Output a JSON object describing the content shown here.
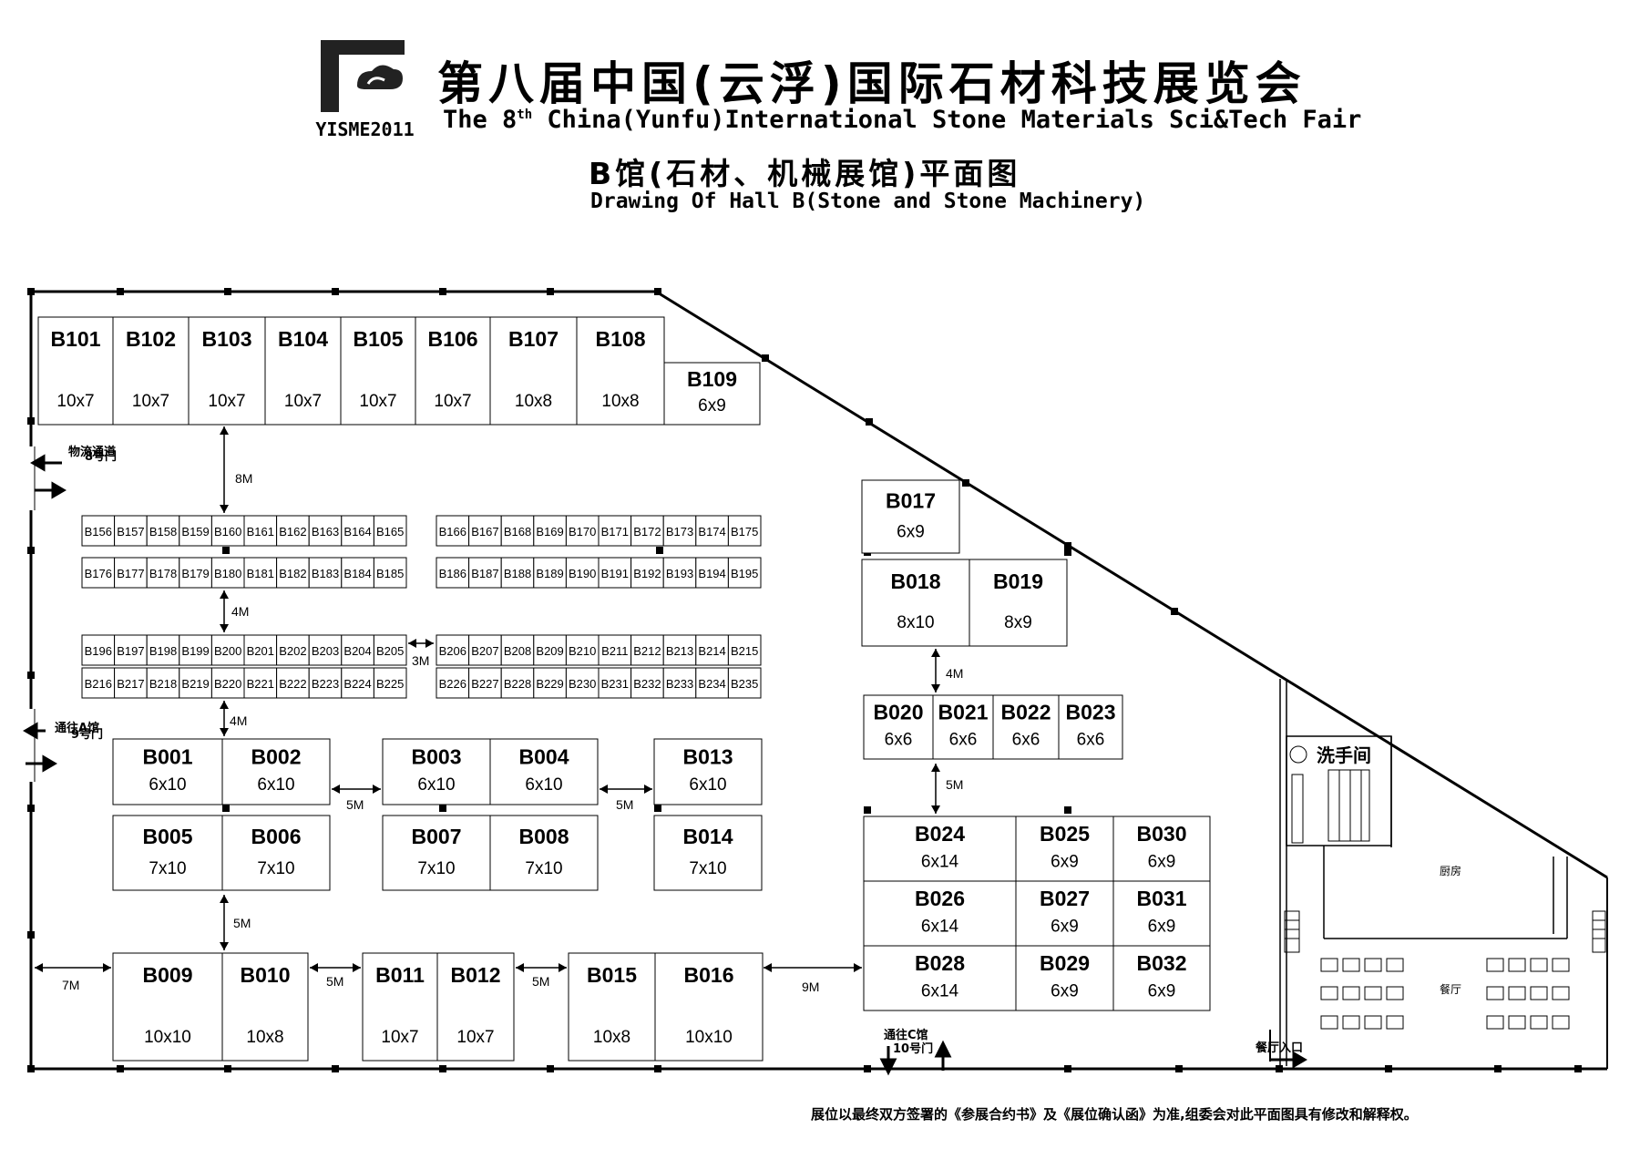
{
  "header": {
    "logo_text": "YISME2011",
    "title_cn": "第八届中国(云浮)国际石材科技展览会",
    "title_en_pre": "The 8",
    "title_en_sup": "th",
    "title_en_post": " China(Yunfu)International Stone Materials Sci&Tech Fair",
    "hall_cn": "B馆(石材、机械展馆)平面图",
    "hall_en": "Drawing Of Hall B(Stone and Stone Machinery)"
  },
  "footer": {
    "disclaimer": "展位以最终双方签署的《参展合约书》及《展位确认函》为准,组委会对此平面图具有修改和解释权。"
  },
  "big_booths": [
    {
      "id": "B101",
      "size": "10x7"
    },
    {
      "id": "B102",
      "size": "10x7"
    },
    {
      "id": "B103",
      "size": "10x7"
    },
    {
      "id": "B104",
      "size": "10x7"
    },
    {
      "id": "B105",
      "size": "10x7"
    },
    {
      "id": "B106",
      "size": "10x7"
    },
    {
      "id": "B107",
      "size": "10x8"
    },
    {
      "id": "B108",
      "size": "10x8"
    },
    {
      "id": "B109",
      "size": "6x9"
    },
    {
      "id": "B001",
      "size": "6x10"
    },
    {
      "id": "B002",
      "size": "6x10"
    },
    {
      "id": "B003",
      "size": "6x10"
    },
    {
      "id": "B004",
      "size": "6x10"
    },
    {
      "id": "B013",
      "size": "6x10"
    },
    {
      "id": "B005",
      "size": "7x10"
    },
    {
      "id": "B006",
      "size": "7x10"
    },
    {
      "id": "B007",
      "size": "7x10"
    },
    {
      "id": "B008",
      "size": "7x10"
    },
    {
      "id": "B014",
      "size": "7x10"
    },
    {
      "id": "B009",
      "size": "10x10"
    },
    {
      "id": "B010",
      "size": "10x8"
    },
    {
      "id": "B011",
      "size": "10x7"
    },
    {
      "id": "B012",
      "size": "10x7"
    },
    {
      "id": "B015",
      "size": "10x8"
    },
    {
      "id": "B016",
      "size": "10x10"
    },
    {
      "id": "B017",
      "size": "6x9"
    },
    {
      "id": "B018",
      "size": "8x10"
    },
    {
      "id": "B019",
      "size": "8x9"
    },
    {
      "id": "B020",
      "size": "6x6"
    },
    {
      "id": "B021",
      "size": "6x6"
    },
    {
      "id": "B022",
      "size": "6x6"
    },
    {
      "id": "B023",
      "size": "6x6"
    },
    {
      "id": "B024",
      "size": "6x14"
    },
    {
      "id": "B025",
      "size": "6x9"
    },
    {
      "id": "B030",
      "size": "6x9"
    },
    {
      "id": "B026",
      "size": "6x14"
    },
    {
      "id": "B027",
      "size": "6x9"
    },
    {
      "id": "B031",
      "size": "6x9"
    },
    {
      "id": "B028",
      "size": "6x14"
    },
    {
      "id": "B029",
      "size": "6x9"
    },
    {
      "id": "B032",
      "size": "6x9"
    }
  ],
  "small_rows": [
    [
      "B156",
      "B157",
      "B158",
      "B159",
      "B160",
      "B161",
      "B162",
      "B163",
      "B164",
      "B165"
    ],
    [
      "B166",
      "B167",
      "B168",
      "B169",
      "B170",
      "B171",
      "B172",
      "B173",
      "B174",
      "B175"
    ],
    [
      "B176",
      "B177",
      "B178",
      "B179",
      "B180",
      "B181",
      "B182",
      "B183",
      "B184",
      "B185"
    ],
    [
      "B186",
      "B187",
      "B188",
      "B189",
      "B190",
      "B191",
      "B192",
      "B193",
      "B194",
      "B195"
    ],
    [
      "B196",
      "B197",
      "B198",
      "B199",
      "B200",
      "B201",
      "B202",
      "B203",
      "B204",
      "B205"
    ],
    [
      "B206",
      "B207",
      "B208",
      "B209",
      "B210",
      "B211",
      "B212",
      "B213",
      "B214",
      "B215"
    ],
    [
      "B216",
      "B217",
      "B218",
      "B219",
      "B220",
      "B221",
      "B222",
      "B223",
      "B224",
      "B225"
    ],
    [
      "B226",
      "B227",
      "B228",
      "B229",
      "B230",
      "B231",
      "B232",
      "B233",
      "B234",
      "B235"
    ]
  ],
  "dimensions": [
    "8M",
    "4M",
    "3M",
    "4M",
    "5M",
    "5M",
    "5M",
    "7M",
    "5M",
    "5M",
    "9M",
    "4M",
    "5M"
  ],
  "labels": {
    "gate8": "8号门",
    "logistics": "物流通道",
    "gate9": "9号门",
    "to_a": "通往A馆",
    "to_c": "通往C馆",
    "gate10": "10号门",
    "restaurant_entry": "餐厅入口",
    "washroom": "洗手间",
    "kitchen": "厨房",
    "restaurant": "餐厅"
  }
}
